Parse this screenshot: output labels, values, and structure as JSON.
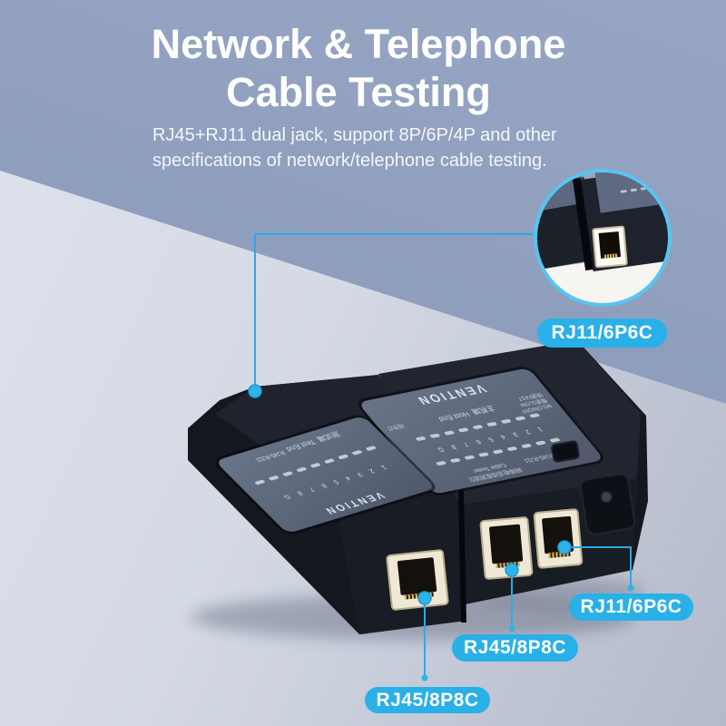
{
  "title": {
    "line1": "Network & Telephone",
    "line2": "Cable Testing"
  },
  "subtitle": {
    "line1": "RJ45+RJ11 dual jack, support 8P/6P/4P and other",
    "line2": "specifications of network/telephone cable testing."
  },
  "callout_labels": {
    "inset_port": "RJ11/6P6C",
    "main_rj11_port": "RJ11/6P6C",
    "main_rj45_port": "RJ45/8P8C",
    "remote_rj45_port": "RJ45/8P8C"
  },
  "device": {
    "brand": "VENTION",
    "main_unit": {
      "name_cn": "主机端",
      "name_en": "Host End",
      "product_cn": "网络电话线缆测试仪",
      "product_en": "Cable Tester",
      "jack_label": "RJ45-RJ11",
      "pin_numbers": "1 2 3 4 5 6 7 8 G",
      "switch_line1": "MS.ON/OFF",
      "switch_line2": "慢速SLOW",
      "switch_line3": "快速FAST",
      "indicator_label": "线序灯"
    },
    "remote_unit": {
      "name_cn": "测试端",
      "name_en": "Test End",
      "jack_label": "RJ45-RJ11",
      "pin_numbers": "1 2 3 4 5 6 7 8 G"
    }
  },
  "colors": {
    "accent_blue": "#29b0e7",
    "circle_border": "#55c6f1",
    "bg_top": "#8d9dbc",
    "bg_top_dark": "#45587e",
    "bg_bottom_light": "#d4d9e4",
    "bg_bottom_dark": "#b4bac9",
    "panel_navy": "#5c6679",
    "device_black": "#14171e",
    "text_white": "#ffffff"
  }
}
